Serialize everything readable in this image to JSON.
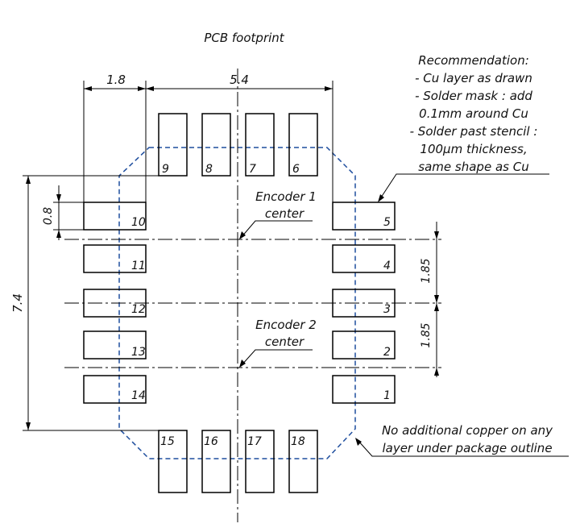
{
  "title": "PCB footprint",
  "dimensions": {
    "pad_width": "1.8",
    "span_width": "5.4",
    "pad_height": "0.8",
    "span_height": "7.4",
    "pitch_upper": "1.85",
    "pitch_lower": "1.85"
  },
  "pads": {
    "left": [
      "10",
      "11",
      "12",
      "13",
      "14"
    ],
    "right": [
      "5",
      "4",
      "3",
      "2",
      "1"
    ],
    "top": [
      "9",
      "8",
      "7",
      "6"
    ],
    "bottom": [
      "15",
      "16",
      "17",
      "18"
    ]
  },
  "labels": {
    "encoder1_line1": "Encoder 1",
    "encoder1_line2": "center",
    "encoder2_line1": "Encoder 2",
    "encoder2_line2": "center"
  },
  "recommendation": [
    "Recommendation:",
    "- Cu layer as drawn",
    "- Solder mask : add",
    "0.1mm around Cu",
    "- Solder past stencil :",
    "100µm thickness,",
    "same shape as Cu"
  ],
  "note": [
    "No additional copper on any",
    "layer under package outline"
  ],
  "colors": {
    "outline": "#1f4e9e",
    "lines": "#000000"
  }
}
